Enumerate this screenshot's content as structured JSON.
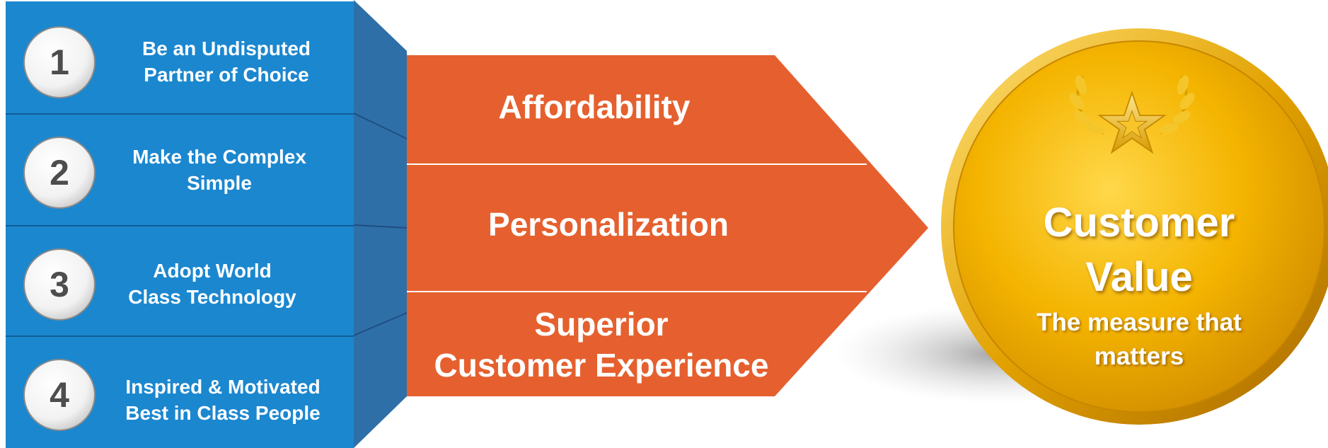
{
  "pillars": [
    {
      "number": "1",
      "label_line1": "Be an Undisputed",
      "label_line2": "Partner of Choice"
    },
    {
      "number": "2",
      "label_line1": "Make the Complex",
      "label_line2": "Simple"
    },
    {
      "number": "3",
      "label_line1": "Adopt World",
      "label_line2": "Class Technology"
    },
    {
      "number": "4",
      "label_line1": "Inspired & Motivated",
      "label_line2": "Best in Class People"
    }
  ],
  "arrow": {
    "segments": [
      {
        "line1": "Affordability",
        "line2": ""
      },
      {
        "line1": "Personalization",
        "line2": ""
      },
      {
        "line1": "Superior",
        "line2": "Customer Experience"
      }
    ]
  },
  "coin": {
    "title_line1": "Customer",
    "title_line2": "Value",
    "subtitle_line1": "The measure that",
    "subtitle_line2": "matters",
    "emblem": "star-laurel-icon"
  },
  "colors": {
    "pillar_blue": "#1b87cf",
    "pillar_side": "#2f6fa8",
    "arrow_orange": "#e5602e",
    "coin_gold": "#f2b300",
    "text_white": "#ffffff"
  }
}
